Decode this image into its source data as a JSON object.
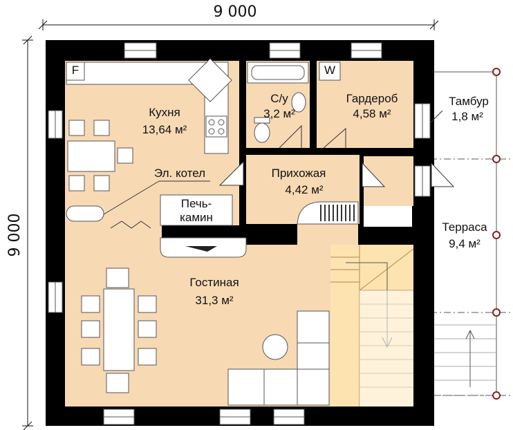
{
  "dimensions": {
    "top": "9 000",
    "left": "9 000"
  },
  "rooms": {
    "kitchen": {
      "name": "Кухня",
      "area": "13,64 м²"
    },
    "wc": {
      "name": "С/у",
      "area": "3,2 м²"
    },
    "wardrobe": {
      "name": "Гардероб",
      "area": "4,58 м²"
    },
    "vestibule": {
      "name": "Тамбур",
      "area": "1,8 м²"
    },
    "hall": {
      "name": "Прихожая",
      "area": "4,42 м²"
    },
    "living": {
      "name": "Гостиная",
      "area": "31,3 м²"
    },
    "terrace": {
      "name": "Терраса",
      "area": "9,4 м²"
    }
  },
  "labels": {
    "boiler": "Эл. котел",
    "fireplace_line1": "Печь-",
    "fireplace_line2": "камин",
    "fridge": "F",
    "washer": "W"
  },
  "colors": {
    "wall": "#000000",
    "floor": "#f7d9b4",
    "stair": "#fde3b0",
    "fixture": "#ffffff"
  }
}
